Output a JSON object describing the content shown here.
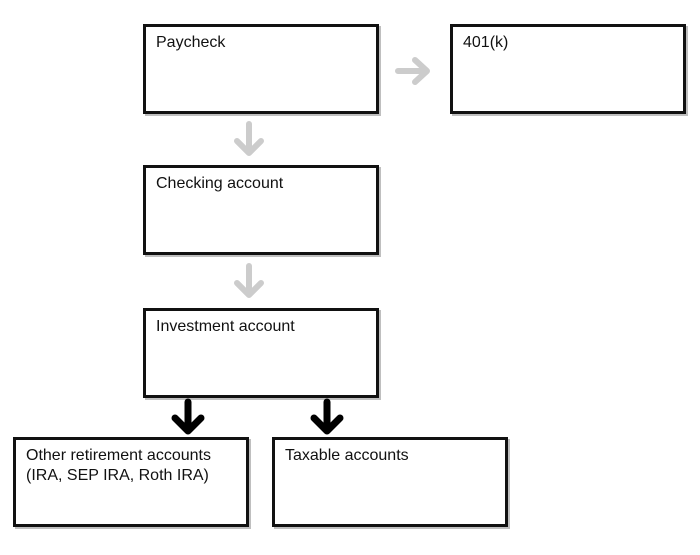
{
  "nodes": {
    "paycheck": {
      "label": "Paycheck"
    },
    "k401": {
      "label": "401(k)"
    },
    "checking": {
      "label": "Checking account"
    },
    "investment": {
      "label": "Investment account"
    },
    "other_retirement": {
      "label_line1": "Other retirement accounts",
      "label_line2": "(IRA, SEP IRA, Roth IRA)"
    },
    "taxable": {
      "label": "Taxable accounts"
    }
  },
  "colors": {
    "border": "#111111",
    "arrow_light": "#cccccc",
    "arrow_dark": "#000000",
    "background": "#ffffff"
  }
}
